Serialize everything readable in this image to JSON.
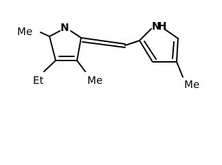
{
  "molecule": {
    "labels": {
      "me_left": "Me",
      "n_ring": "N",
      "et": "Et",
      "me_ring_bottom": "Me",
      "nh": "N",
      "h": "H",
      "me_right": "Me"
    },
    "color": "#000000"
  }
}
